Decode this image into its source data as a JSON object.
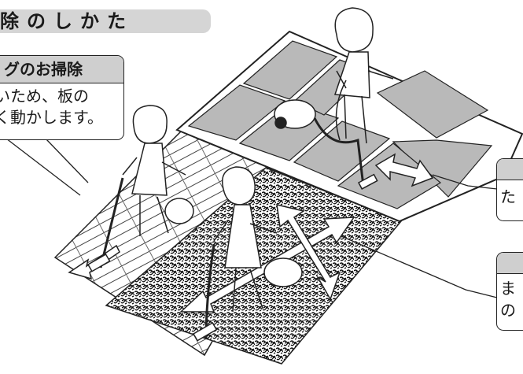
{
  "header": {
    "title": "除のしかた"
  },
  "callouts": [
    {
      "title": "グのお掃除",
      "lines": [
        "いため、板の",
        "く動かします。"
      ]
    },
    {
      "title": "",
      "lines": [
        "た"
      ]
    },
    {
      "title": "",
      "lines": [
        "ま",
        "の"
      ]
    }
  ]
}
